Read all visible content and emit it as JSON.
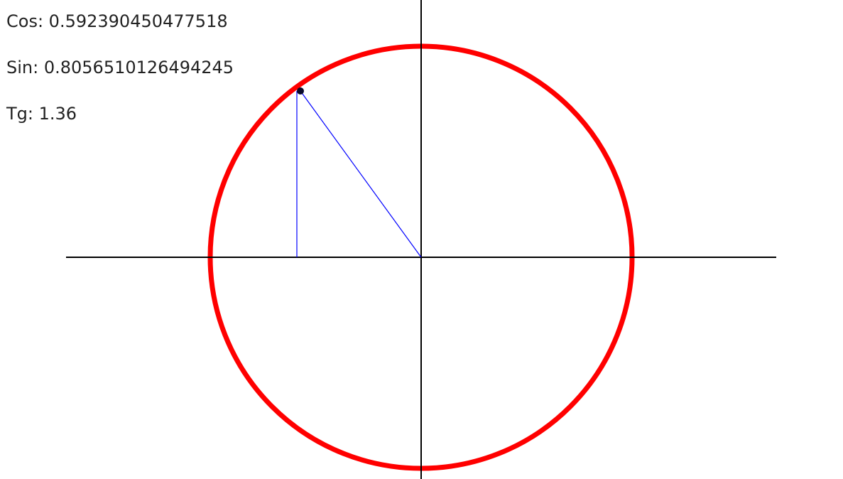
{
  "readouts": {
    "cos_label": "Cos:",
    "cos_value": "0.592390450477518",
    "sin_label": "Sin:",
    "sin_value": "0.8056510126494245",
    "tg_label": "Tg:",
    "tg_value": "1.36"
  },
  "colors": {
    "circle": "#ff0000",
    "axes": "#000000",
    "projection_lines": "#0000ff",
    "point": "#0a0a2a"
  }
}
